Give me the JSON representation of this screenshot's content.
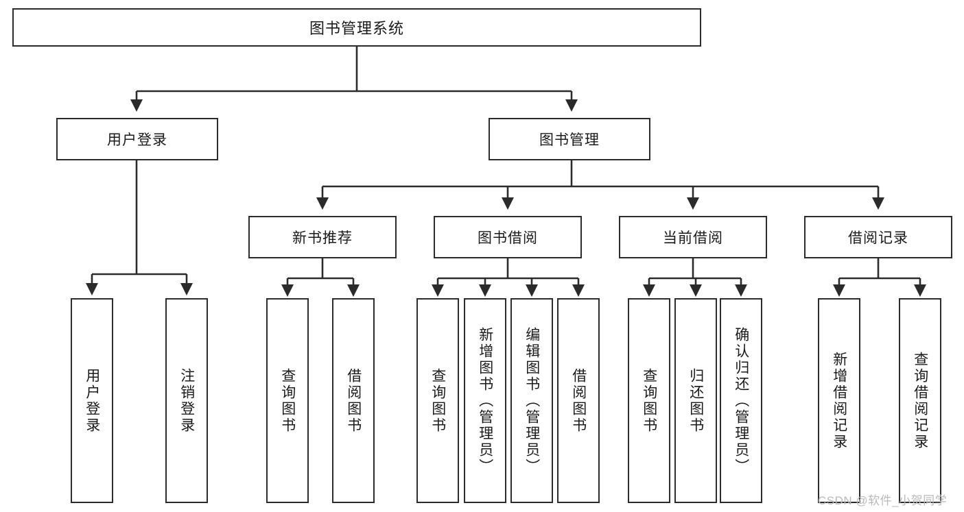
{
  "diagram": {
    "title": "图书管理系统",
    "type": "tree-hierarchy-chart",
    "root": {
      "label": "图书管理系统"
    },
    "level2": [
      {
        "label": "用户登录"
      },
      {
        "label": "图书管理"
      }
    ],
    "level3": [
      {
        "label": "新书推荐"
      },
      {
        "label": "图书借阅"
      },
      {
        "label": "当前借阅"
      },
      {
        "label": "借阅记录"
      }
    ],
    "leaves_user_login": [
      {
        "label": "用户登录"
      },
      {
        "label": "注销登录"
      }
    ],
    "leaves_new_book": [
      {
        "label": "查询图书"
      },
      {
        "label": "借阅图书"
      }
    ],
    "leaves_borrow": [
      {
        "label": "查询图书"
      },
      {
        "label": "新增图书（管理员）"
      },
      {
        "label": "编辑图书（管理员）"
      },
      {
        "label": "借阅图书"
      }
    ],
    "leaves_current": [
      {
        "label": "查询图书"
      },
      {
        "label": "归还图书"
      },
      {
        "label": "确认归还（管理员）"
      }
    ],
    "leaves_records": [
      {
        "label": "新增借阅记录"
      },
      {
        "label": "查询借阅记录"
      }
    ]
  },
  "watermark": {
    "text": "CSDN @软件_小贺同学"
  },
  "colors": {
    "stroke": "#2b2b2b",
    "fill": "#ffffff",
    "text": "#1a1a1a",
    "watermark": "#b9b9b9"
  }
}
